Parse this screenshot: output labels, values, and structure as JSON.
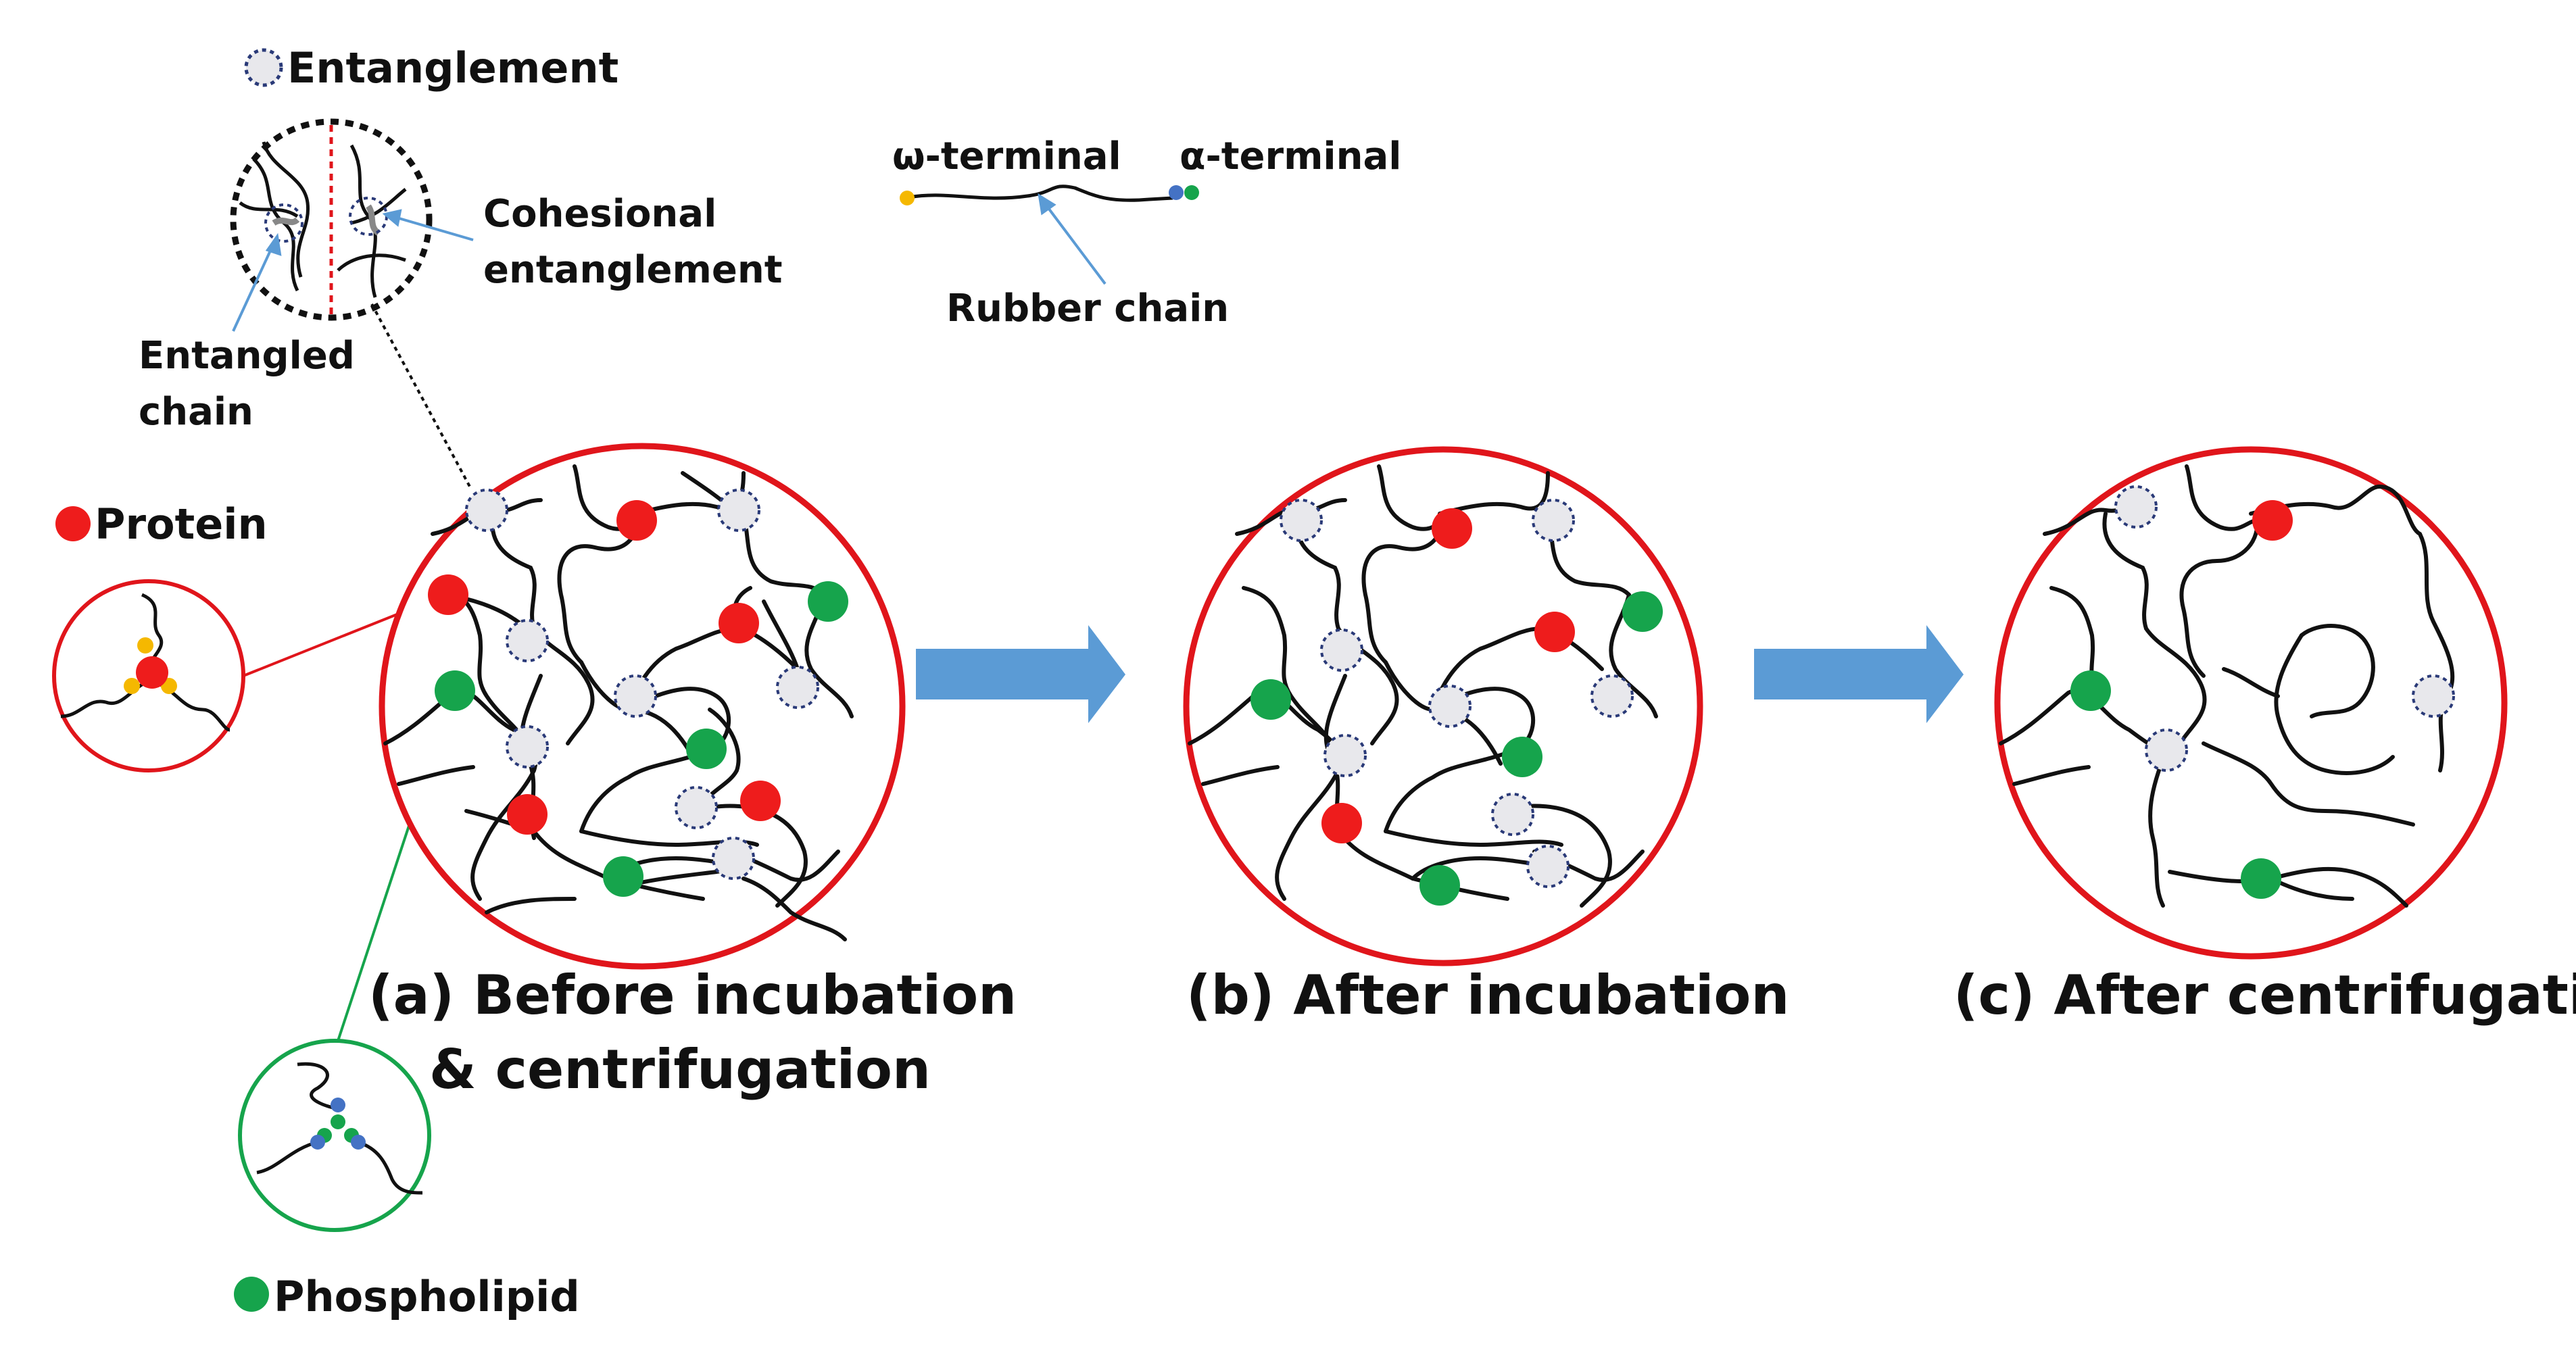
{
  "labels": {
    "entanglement": "Entanglement",
    "cohesional_line1": "Cohesional",
    "cohesional_line2": "entanglement",
    "entangled_line1": "Entangled",
    "entangled_line2": "chain",
    "omega_terminal": "ω-terminal",
    "alpha_terminal": "α-terminal",
    "rubber_chain": "Rubber chain",
    "protein": "Protein",
    "phospholipid": "Phospholipid",
    "caption_a_line1": "(a) Before incubation",
    "caption_a_line2": "& centrifugation",
    "caption_b": "(b) After incubation",
    "caption_c": "(c) After centrifugation"
  },
  "colors": {
    "circle_outline": "#e0151b",
    "protein": "#ee1c1c",
    "phospholipid": "#16a44c",
    "entanglement_fill": "#e8e8ec",
    "entanglement_stroke": "#2a3a78",
    "arrow_fill": "#5b9bd5",
    "omega_dot": "#f5b800",
    "alpha_dot_blue": "#4472c4",
    "alpha_dot_green": "#16a44c",
    "chain": "#111111",
    "phospholipid_connector": "#16a44c"
  },
  "icons": {
    "entanglement": "dotted-circle-icon",
    "protein": "red-dot-icon",
    "phospholipid": "green-dot-icon",
    "arrow": "right-arrow-icon"
  }
}
